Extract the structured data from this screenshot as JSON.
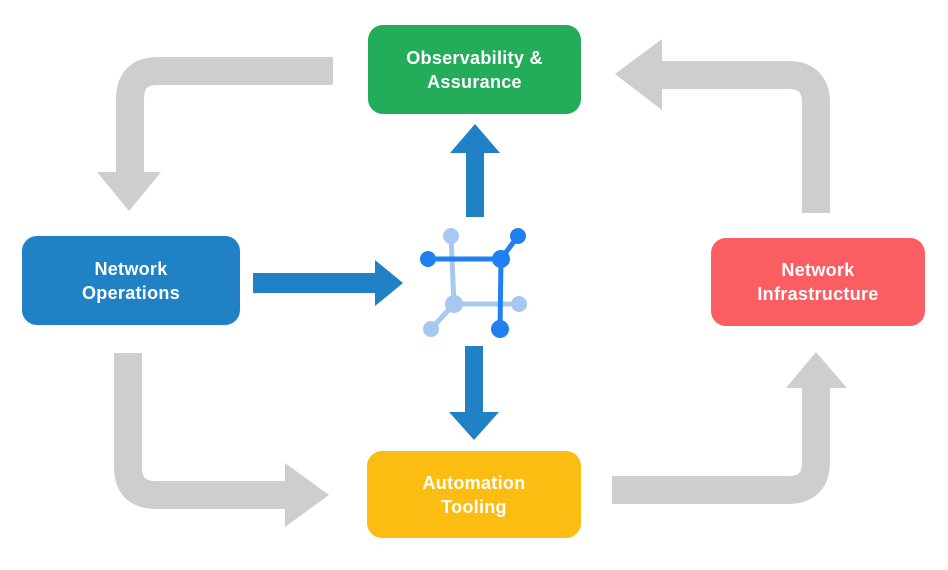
{
  "diagram": {
    "type": "cycle-diagram",
    "background": "#ffffff",
    "nodes": [
      {
        "id": "observability-assurance",
        "label": "Observability &\nAssurance",
        "color": "#23AC5A"
      },
      {
        "id": "network-operations",
        "label": "Network\nOperations",
        "color": "#2081C4"
      },
      {
        "id": "network-infrastructure",
        "label": "Network\nInfrastructure",
        "color": "#FB5E62"
      },
      {
        "id": "automation-tooling",
        "label": "Automation\nTooling",
        "color": "#FCBD13"
      }
    ],
    "edges": [
      {
        "from": "observability-assurance",
        "to": "network-operations",
        "style": "cycle"
      },
      {
        "from": "network-operations",
        "to": "automation-tooling",
        "style": "cycle"
      },
      {
        "from": "automation-tooling",
        "to": "network-infrastructure",
        "style": "cycle"
      },
      {
        "from": "network-infrastructure",
        "to": "observability-assurance",
        "style": "cycle"
      },
      {
        "from": "network-operations",
        "to": "network-hub",
        "style": "flow"
      },
      {
        "from": "network-hub",
        "to": "observability-assurance",
        "style": "flow"
      },
      {
        "from": "network-hub",
        "to": "automation-tooling",
        "style": "flow"
      }
    ],
    "center_icon": "network-hub-icon",
    "colors": {
      "cycle_arrow": "#CECECE",
      "flow_arrow": "#2081C4",
      "icon_dark": "#2080F0",
      "icon_light": "#A8C8F4",
      "text": "#FFFFFF"
    }
  }
}
